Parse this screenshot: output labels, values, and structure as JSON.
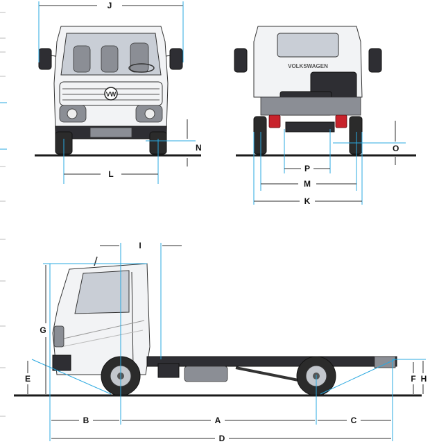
{
  "brand": {
    "logo": "VW",
    "rear_lettering": "VOLKSWAGEN"
  },
  "colors": {
    "guide": "#29a8e0",
    "line": "#2c2c2c",
    "tail_light": "#c8222b"
  },
  "dimension_labels": {
    "A": "A",
    "B": "B",
    "C": "C",
    "D": "D",
    "E": "E",
    "F": "F",
    "G": "G",
    "H": "H",
    "I": "I",
    "J": "J",
    "K": "K",
    "L": "L",
    "M": "M",
    "N": "N",
    "O": "O",
    "P": "P"
  }
}
